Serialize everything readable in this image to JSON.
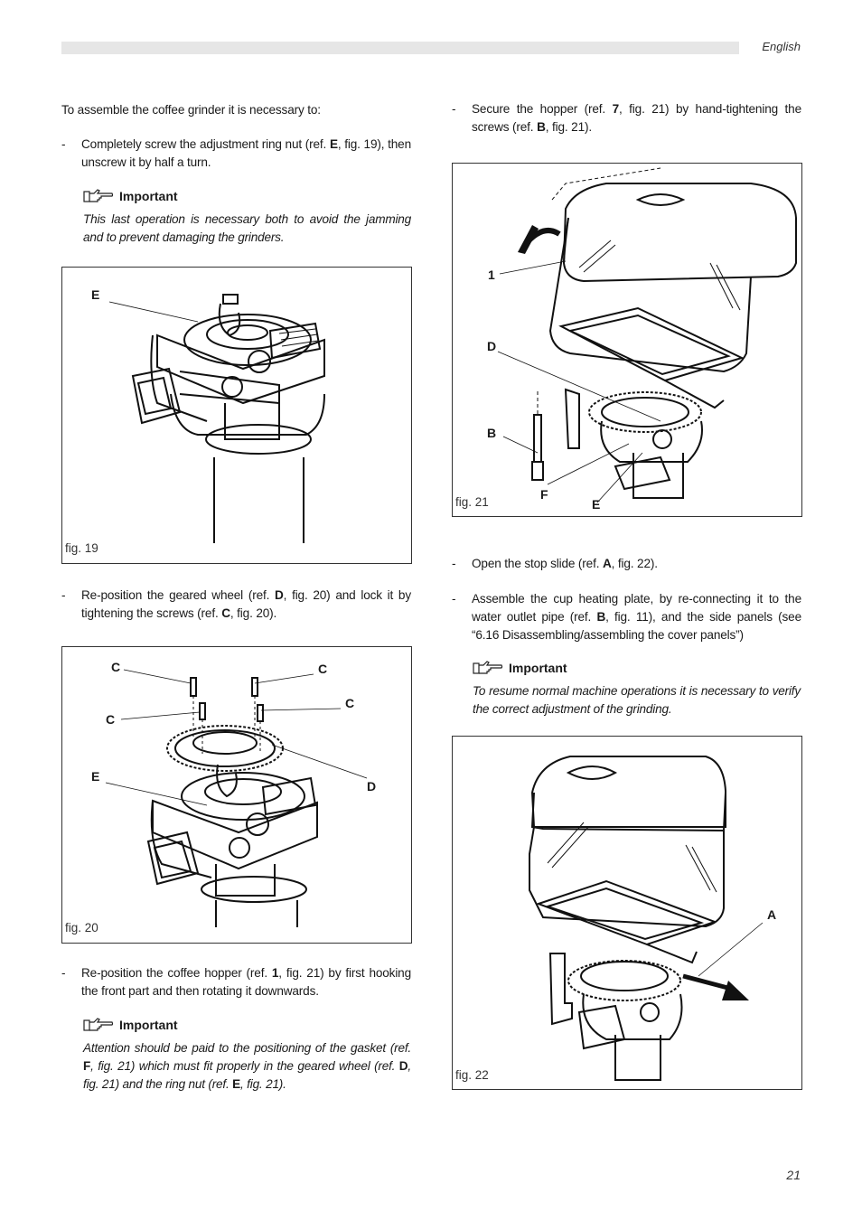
{
  "header": {
    "language": "English"
  },
  "footer": {
    "page_number": "21"
  },
  "left": {
    "intro": "To assemble the coffee grinder it is necessary to:",
    "bullet1": {
      "dash": "-",
      "pre": "Completely screw the adjustment ring nut (ref. ",
      "ref": "E",
      "post": ", fig. 19), then unscrew it by half a turn."
    },
    "important1": {
      "title": "Important",
      "text": "This last operation is necessary both to avoid the jamming and to prevent damaging the grinders."
    },
    "fig19": {
      "label": "fig. 19",
      "callout_e": "E"
    },
    "bullet2": {
      "dash": "-",
      "pre": "Re-position the geared wheel (ref. ",
      "ref1": "D",
      "mid": ", fig. 20) and lock it by tightening the screws (ref. ",
      "ref2": "C",
      "post": ", fig. 20)."
    },
    "fig20": {
      "label": "fig. 20",
      "callout_c1": "C",
      "callout_c2": "C",
      "callout_c3": "C",
      "callout_c4": "C",
      "callout_e": "E",
      "callout_d": "D"
    },
    "bullet3": {
      "dash": "-",
      "pre": "Re-position the coffee hopper (ref. ",
      "ref": "1",
      "post": ", fig. 21) by first hooking the front part and then rotating it downwards."
    },
    "important2": {
      "title": "Important",
      "t1": "Attention should be paid to the positioning of the gasket (ref. ",
      "r1": "F",
      "t2": ", fig. 21) which must fit properly in the geared wheel (ref. ",
      "r2": "D",
      "t3": ", fig. 21) and the ring nut (ref. ",
      "r3": "E",
      "t4": ", fig. 21)."
    }
  },
  "right": {
    "bullet1": {
      "dash": "-",
      "pre": "Secure the hopper (ref. ",
      "ref1": "7",
      "mid": ", fig. 21) by hand-tightening the screws (ref. ",
      "ref2": "B",
      "post": ", fig. 21)."
    },
    "fig21": {
      "label": "fig. 21",
      "callout_1": "1",
      "callout_d": "D",
      "callout_b": "B",
      "callout_f": "F",
      "callout_e": "E"
    },
    "bullet2": {
      "dash": "-",
      "pre": "Open the stop slide (ref. ",
      "ref": "A",
      "post": ", fig. 22)."
    },
    "bullet3": {
      "dash": "-",
      "pre": "Assemble the cup heating plate, by re-connecting it to the water outlet pipe (ref. ",
      "ref": "B",
      "post": ", fig. 11), and the side panels (see “6.16 Disassembling/assembling the cover panels”)"
    },
    "important": {
      "title": "Important",
      "text": "To resume normal machine operations it is necessary to verify the correct adjustment of the grinding."
    },
    "fig22": {
      "label": "fig. 22",
      "callout_a": "A"
    }
  }
}
